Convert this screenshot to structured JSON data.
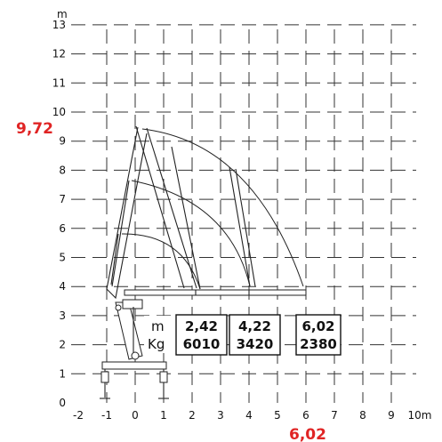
{
  "diagram": {
    "y_unit": "m",
    "x_unit": "m",
    "x_ticks": [
      "-2",
      "-1",
      "0",
      "1",
      "2",
      "3",
      "4",
      "5",
      "6",
      "7",
      "8",
      "9",
      "10m"
    ],
    "y_ticks": [
      "0",
      "1",
      "2",
      "3",
      "4",
      "5",
      "6",
      "7",
      "8",
      "9",
      "10",
      "11",
      "12",
      "13"
    ],
    "max_height": "9,72",
    "max_reach": "6,02",
    "row_label_reach": "m",
    "row_label_load": "Kg",
    "load_table": [
      {
        "reach": "2,42",
        "load": "6010"
      },
      {
        "reach": "4,22",
        "load": "3420"
      },
      {
        "reach": "6,02",
        "load": "2380"
      }
    ],
    "colors": {
      "highlight": "#e02424",
      "lines": "#222222",
      "background": "#ffffff"
    }
  }
}
